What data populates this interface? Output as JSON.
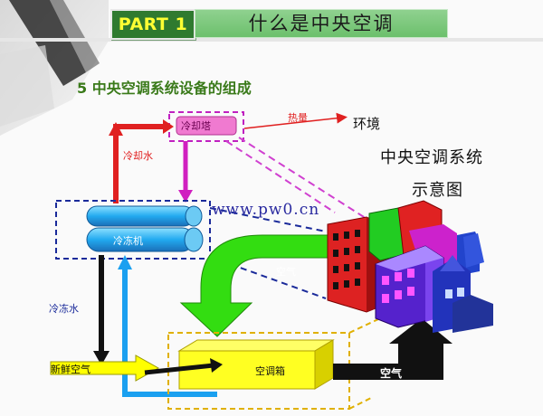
{
  "header": {
    "part_label": "PART 1",
    "title": "什么是中央空调"
  },
  "section_title": "5  中央空调系统设备的组成",
  "diagram": {
    "title_line1": "中央空调系统",
    "title_line2": "示意图",
    "watermark": "www.pw0.cn",
    "nodes": {
      "cooling_tower": "冷却塔",
      "chiller": "冷冻机",
      "air_handler": "空调箱",
      "environment": "环境"
    },
    "flow_labels": {
      "heat": "热量",
      "cooling_water": "冷却水",
      "chilled_water": "冷冻水",
      "air_to_building": "空气",
      "fresh_air": "新鲜空气",
      "supply_air": "空气"
    },
    "colors": {
      "cooling_loop": "#e02020",
      "heat_arrow": "#e02020",
      "tower_fill": "#f07ad0",
      "tower_loop": "#d020c0",
      "chiller_fill": "#22aaf0",
      "chilled_supply": "#111111",
      "chilled_return": "#1aa0f0",
      "green_arrow": "#33dd11",
      "fresh_air_fill": "#ffff00",
      "ahu_fill": "#ffff22",
      "supply_arrow": "#111111",
      "dashed_blue": "#1a2a9a",
      "dashed_pink": "#d040d0",
      "dashed_yellow": "#e0b000"
    }
  }
}
